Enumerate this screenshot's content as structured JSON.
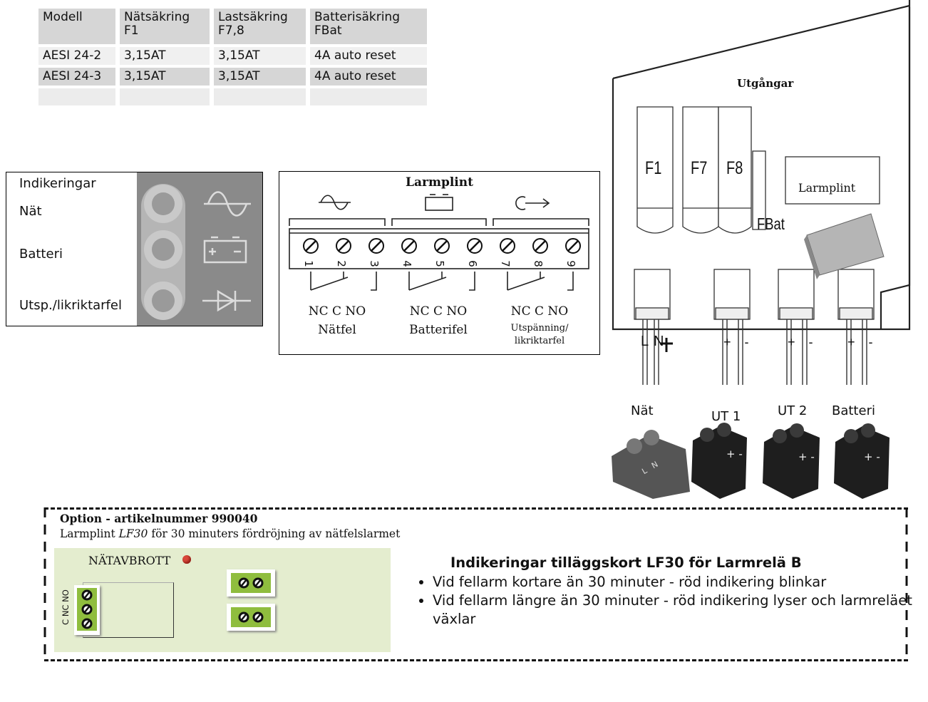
{
  "fuse_table": {
    "headers": [
      [
        "Modell",
        ""
      ],
      [
        "Nätsäkring",
        "F1"
      ],
      [
        "Lastsäkring",
        "F7,8"
      ],
      [
        "Batterisäkring",
        "FBat"
      ]
    ],
    "rows": [
      [
        "AESI 24-2",
        "3,15AT",
        "3,15AT",
        "4A auto reset"
      ],
      [
        "AESI 24-3",
        "3,15AT",
        "3,15AT",
        "4A auto reset"
      ],
      [
        "",
        "",
        "",
        ""
      ]
    ]
  },
  "indicators": {
    "title": "Indikeringar",
    "items": [
      "Nät",
      "Batteri",
      "Utsp./likriktarfel"
    ]
  },
  "alarm_terminal": {
    "title": "Larmplint",
    "terminal_numbers": [
      "1",
      "2",
      "3",
      "4",
      "5",
      "6",
      "7",
      "8",
      "9"
    ],
    "groups": [
      {
        "contacts": "NC  C  NO",
        "label": "Nätfel"
      },
      {
        "contacts": "NC  C  NO",
        "label": "Batterifel"
      },
      {
        "contacts": "NC  C  NO",
        "label": "Utspänning/",
        "label2": "likriktarfel"
      }
    ]
  },
  "board": {
    "title": "Utgångar",
    "fuses": [
      "F1",
      "F7",
      "F8"
    ],
    "fbat": "FBat",
    "alarm_block": "Larmplint",
    "pins": {
      "mains": "L N",
      "out1": "+ -",
      "out2": "+ -",
      "batt": "+ -"
    },
    "connectors": [
      "Nät",
      "UT 1",
      "UT 2",
      "Batteri"
    ],
    "connector_marks": {
      "mains": "L N",
      "plus_minus": "+ -"
    }
  },
  "option": {
    "title": "Option - artikelnummer 990040",
    "desc_pre": "Larmplint ",
    "desc_em": "LF30",
    "desc_post": " för 30 minuters fördröjning av nätfelslarmet",
    "card_label": "NÄTAVBROTT",
    "card_terms": "C NC NO",
    "heading": "Indikeringar tilläggskort LF30 för Larmrelä B",
    "bullets": [
      "Vid fellarm kortare än 30 minuter - röd indikering blinkar",
      "Vid fellarm längre än 30 minuter - röd indikering lyser och larmreläet växlar"
    ]
  }
}
